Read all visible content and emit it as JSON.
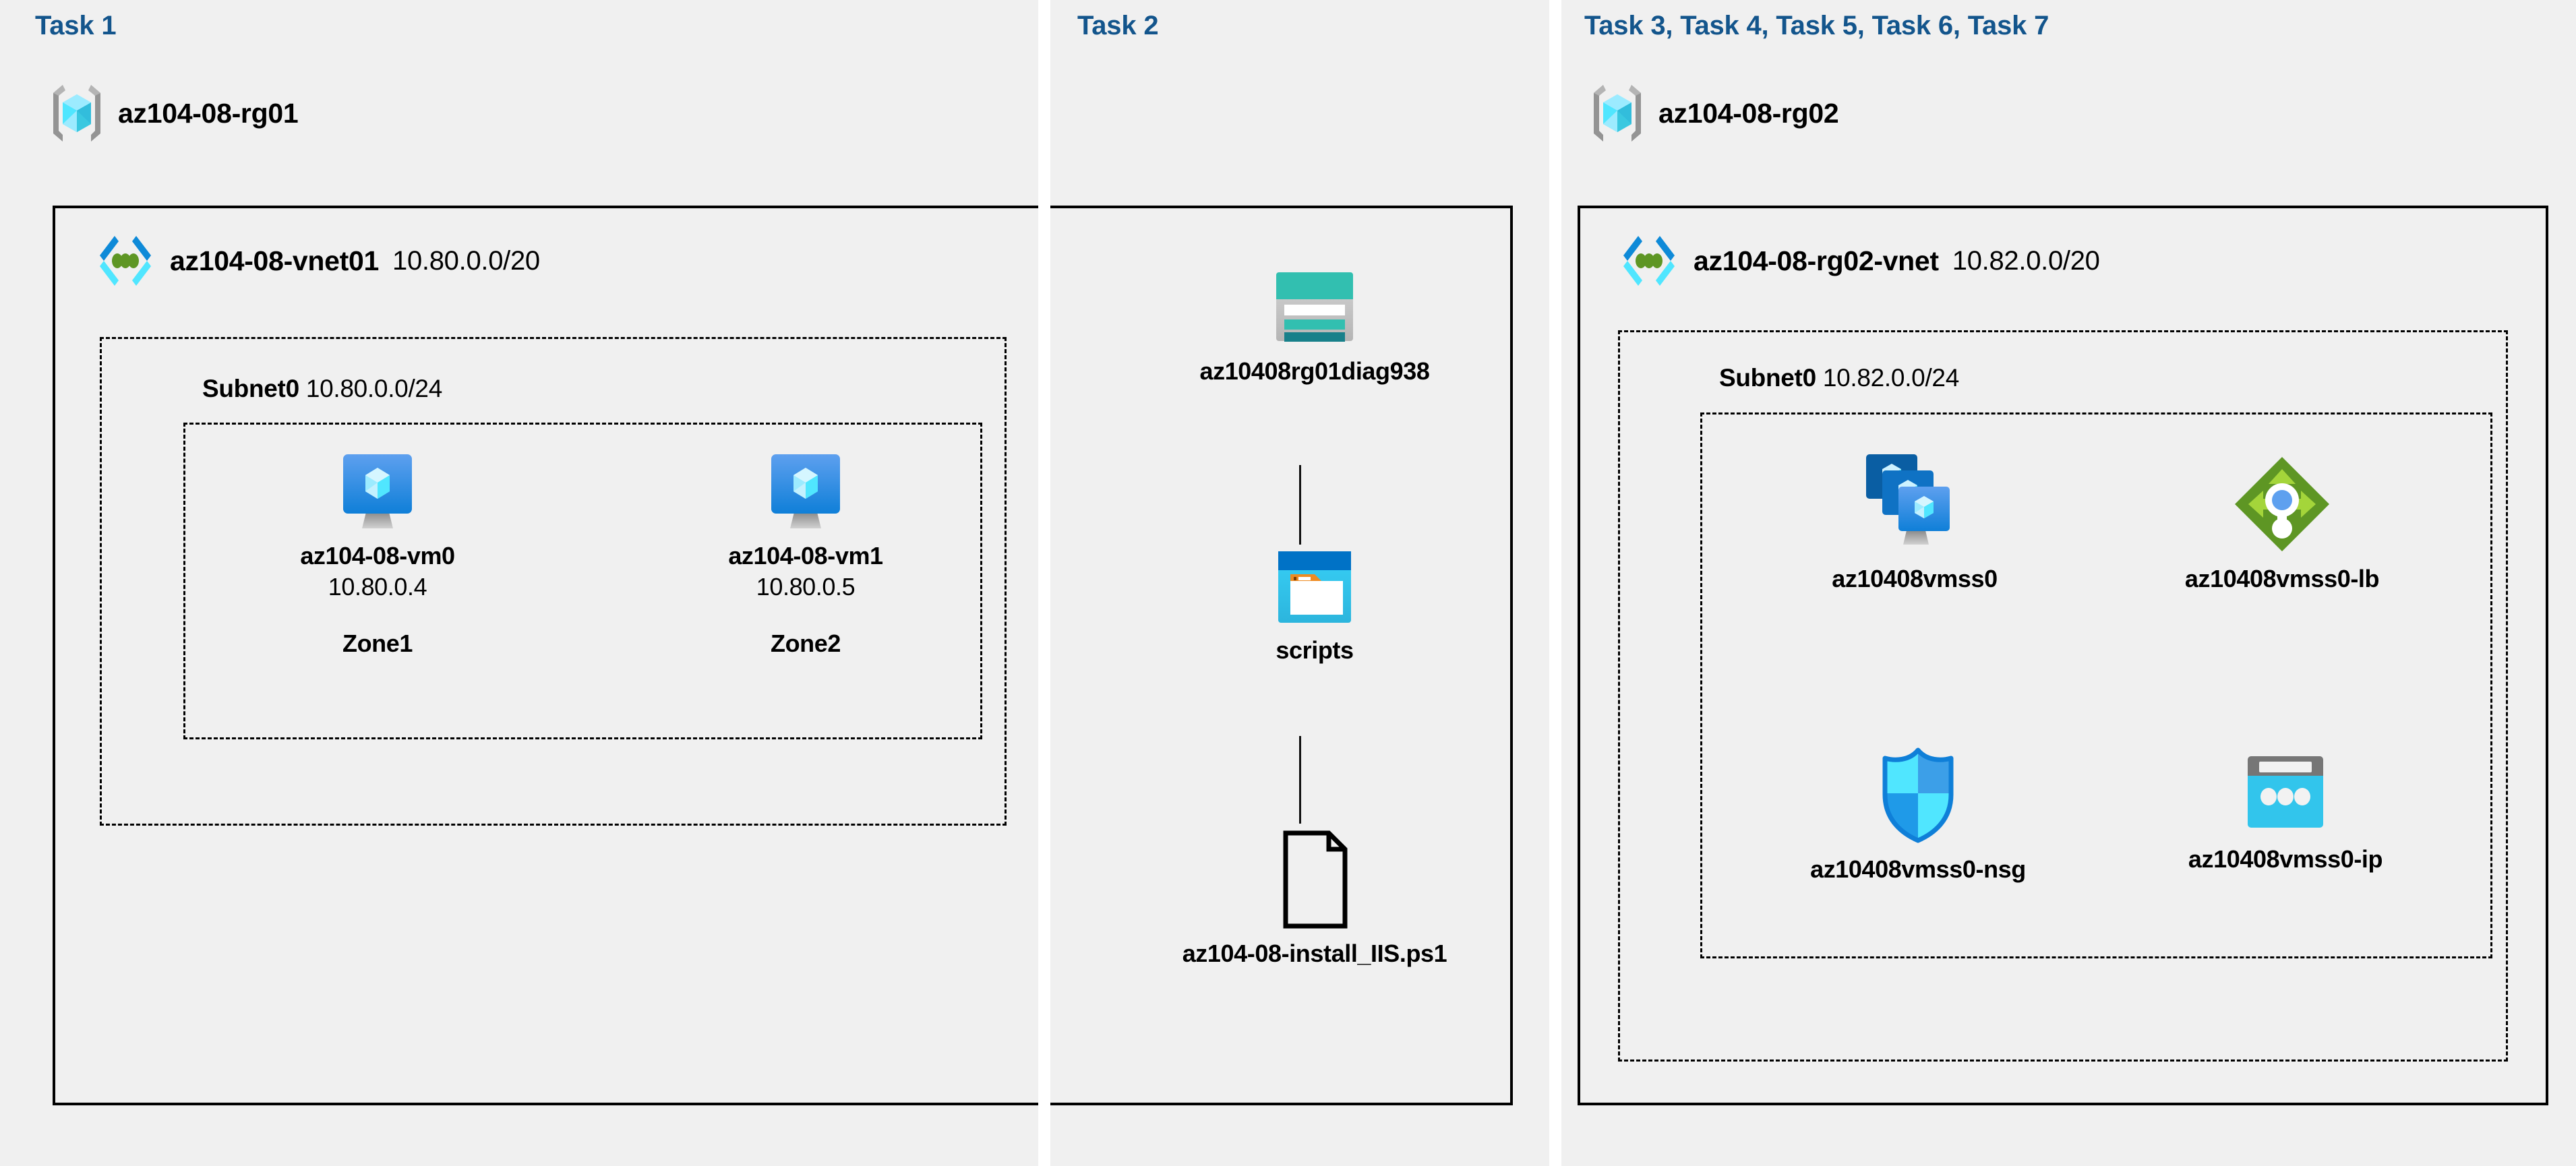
{
  "diagram": {
    "background_color": "#ffffff",
    "panel_color": "#f0f0f0",
    "task_title_color": "#13558c"
  },
  "panels": [
    {
      "id": "task1",
      "title": "Task 1",
      "resource_group": {
        "name": "az104-08-rg01",
        "icon": "resource-group-icon"
      },
      "vnet": {
        "name": "az104-08-vnet01",
        "cidr": "10.80.0.0/20",
        "icon": "virtual-network-icon"
      },
      "subnet": {
        "name": "Subnet0",
        "cidr": "10.80.0.0/24"
      },
      "resources": [
        {
          "icon": "virtual-machine-icon",
          "name": "az104-08-vm0",
          "ip": "10.80.0.4",
          "zone": "Zone1"
        },
        {
          "icon": "virtual-machine-icon",
          "name": "az104-08-vm1",
          "ip": "10.80.0.5",
          "zone": "Zone2"
        }
      ]
    },
    {
      "id": "task2",
      "title": "Task 2",
      "chain": [
        {
          "icon": "storage-account-icon",
          "name": "az10408rg01diag938"
        },
        {
          "icon": "blob-container-icon",
          "name": "scripts"
        },
        {
          "icon": "file-icon",
          "name": "az104-08-install_IIS.ps1"
        }
      ]
    },
    {
      "id": "task3",
      "title": "Task 3, Task 4, Task 5, Task 6, Task 7",
      "resource_group": {
        "name": "az104-08-rg02",
        "icon": "resource-group-icon"
      },
      "vnet": {
        "name": "az104-08-rg02-vnet",
        "cidr": "10.82.0.0/20",
        "icon": "virtual-network-icon"
      },
      "subnet": {
        "name": "Subnet0",
        "cidr": "10.82.0.0/24"
      },
      "resources": [
        {
          "icon": "vm-scale-set-icon",
          "name": "az10408vmss0"
        },
        {
          "icon": "load-balancer-icon",
          "name": "az10408vmss0-lb"
        },
        {
          "icon": "network-security-group-icon",
          "name": "az10408vmss0-nsg"
        },
        {
          "icon": "public-ip-address-icon",
          "name": "az10408vmss0-ip"
        }
      ]
    }
  ],
  "colors": {
    "azure_blue": "#0078d4",
    "azure_cyan": "#50e6ff",
    "azure_light_cyan": "#9cebff",
    "vnet_green_dot": "#5e9624",
    "storage_teal": "#32bfb0",
    "storage_dark_teal": "#17808a",
    "lb_green": "#76bc2d",
    "lb_dark_green": "#5e9624",
    "grey": "#949494"
  }
}
